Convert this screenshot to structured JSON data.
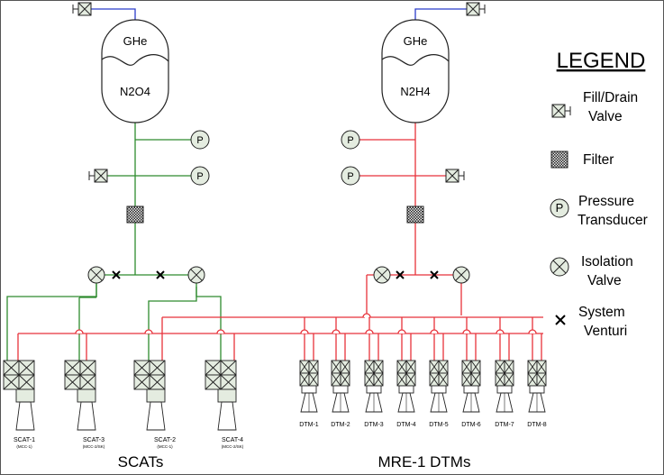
{
  "colors": {
    "green": "#2e8b2e",
    "red": "#e8323a",
    "blue": "#2b3cc9",
    "component_fill": "#e4ece0",
    "stroke": "#222222"
  },
  "icons": [
    "fill-drain-valve-icon",
    "filter-icon",
    "pressure-transducer-icon",
    "isolation-valve-icon",
    "system-venturi-icon"
  ],
  "tanks": {
    "left": {
      "gas": "GHe",
      "propellant": "N2O4"
    },
    "right": {
      "gas": "GHe",
      "propellant": "N2H4"
    }
  },
  "legend": {
    "title": "LEGEND",
    "fill_drain": [
      "Fill/Drain",
      "Valve"
    ],
    "filter": "Filter",
    "pressure": [
      "Pressure",
      "Transducer"
    ],
    "isolation": [
      "Isolation",
      "Valve"
    ],
    "venturi": [
      "System",
      "Venturi"
    ],
    "p_symbol": "P"
  },
  "scats": [
    {
      "name": "SCAT-1",
      "sub": "(MCC-1)"
    },
    {
      "name": "SCAT-3",
      "sub": "(MCC-2/SK)"
    },
    {
      "name": "SCAT-2",
      "sub": "(MCC-1)"
    },
    {
      "name": "SCAT-4",
      "sub": "(MCC-2/SK)"
    }
  ],
  "dtms": [
    "DTM-1",
    "DTM-2",
    "DTM-3",
    "DTM-4",
    "DTM-5",
    "DTM-6",
    "DTM-7",
    "DTM-8"
  ],
  "groups": {
    "scats": "SCATs",
    "dtms": "MRE-1 DTMs"
  }
}
